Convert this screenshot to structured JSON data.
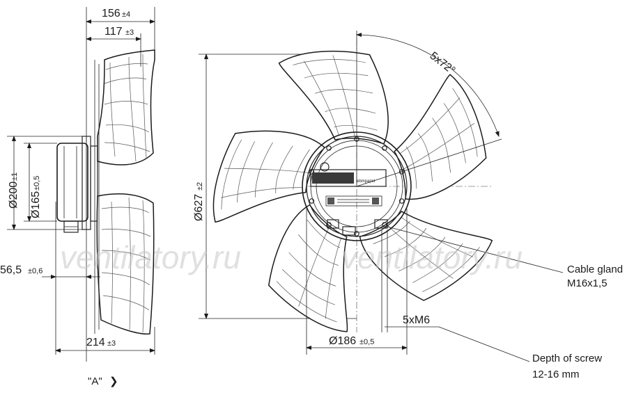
{
  "dimensions": {
    "width_156": {
      "value": "156",
      "tol": "±4"
    },
    "width_117": {
      "value": "117",
      "tol": "±3"
    },
    "dia_200": {
      "value": "Ø200",
      "tol": "±1"
    },
    "dia_165": {
      "value": "Ø165",
      "tol": "±0,5"
    },
    "offset_56": {
      "value": "56,5",
      "tol": "±0,6"
    },
    "width_214": {
      "value": "214",
      "tol": "±3"
    },
    "dia_627": {
      "value": "Ø627",
      "tol": "±2"
    },
    "angle": {
      "value": "5x72°"
    },
    "dia_186": {
      "value": "Ø186",
      "tol": "±0,5"
    },
    "screw": {
      "value": "5xM6"
    }
  },
  "notes": {
    "cable_gland_line1": "Cable gland",
    "cable_gland_line2": "M16x1,5",
    "depth_line1": "Depth of screw",
    "depth_line2": "12-16 mm",
    "view_label": "\"A\"",
    "view_arrow": "❯"
  },
  "watermark": {
    "left": "ventilatory.ru",
    "right": "ventilatory.ru"
  },
  "colors": {
    "line": "#1a1a1a",
    "watermark": "#c8c8c8"
  }
}
